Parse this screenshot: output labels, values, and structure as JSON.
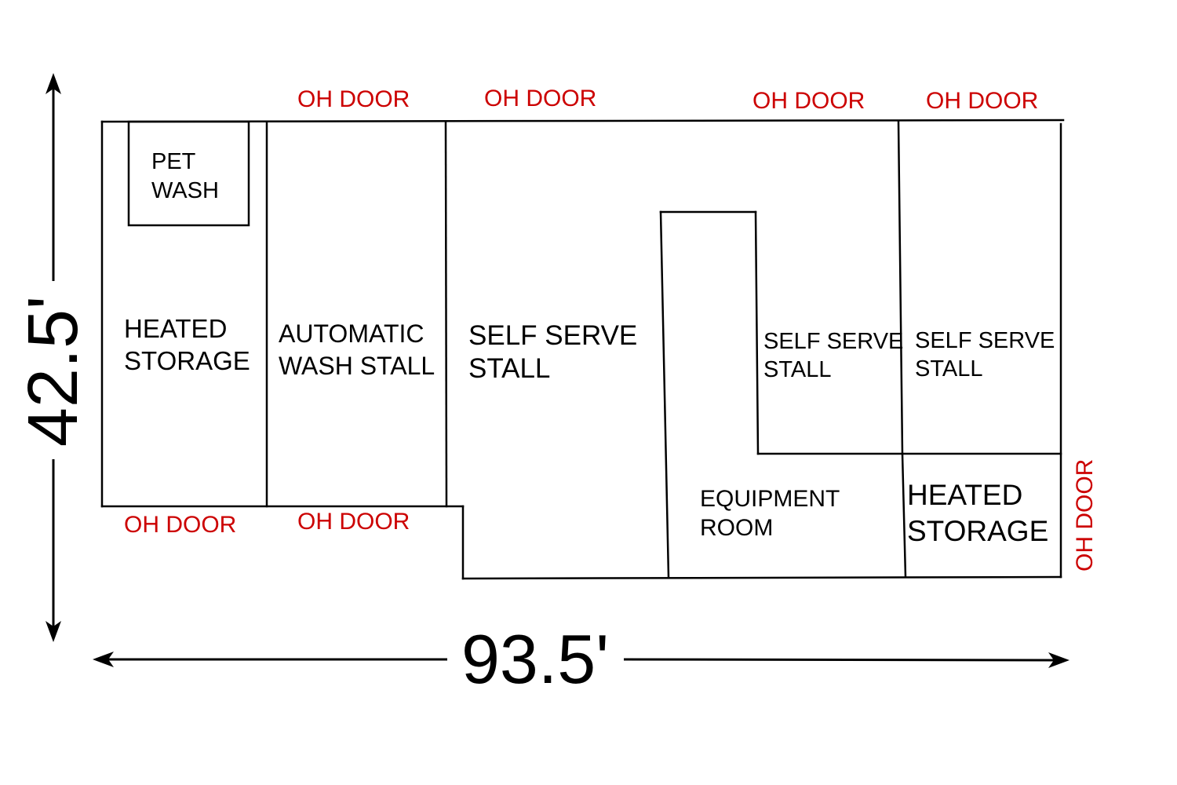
{
  "colors": {
    "walls": "#000000",
    "room_text": "#000000",
    "door_text": "#cc0000"
  },
  "dimensions": {
    "width": "93.5'",
    "height": "42.5'"
  },
  "rooms": {
    "pet_wash": [
      "PET",
      "WASH"
    ],
    "heated_storage_left": [
      "HEATED",
      "STORAGE"
    ],
    "automatic_wash_stall": [
      "AUTOMATIC",
      "WASH STALL"
    ],
    "self_serve_stall_large": [
      "SELF SERVE",
      "STALL"
    ],
    "self_serve_stall_middle": [
      "SELF SERVE",
      "STALL"
    ],
    "self_serve_stall_right": [
      "SELF SERVE",
      "STALL"
    ],
    "equipment_room": [
      "EQUIPMENT",
      "ROOM"
    ],
    "heated_storage_right": [
      "HEATED",
      "STORAGE"
    ]
  },
  "doors": {
    "top_1": "OH DOOR",
    "top_2": "OH DOOR",
    "top_3": "OH DOOR",
    "top_4": "OH DOOR",
    "bottom_1": "OH DOOR",
    "bottom_2": "OH DOOR",
    "right": "OH DOOR"
  }
}
